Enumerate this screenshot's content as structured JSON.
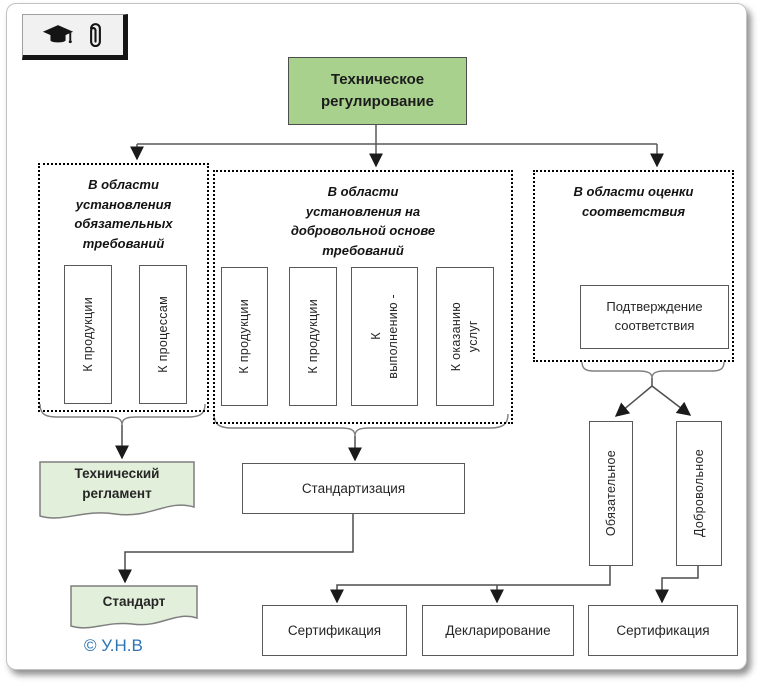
{
  "toolbar": {
    "icons": [
      {
        "name": "graduation-cap-icon"
      },
      {
        "name": "paperclip-icon"
      }
    ]
  },
  "title": "Техническое регулирование",
  "branches": {
    "mandatory": {
      "heading": "В области установления обязательных требований",
      "items": [
        "К продукции",
        "К процессам"
      ],
      "result": "Технический регламент"
    },
    "voluntary": {
      "heading": "В области установления на добровольной основе требований",
      "items": [
        "К продукции",
        "К продукции",
        "К\nвыполнению -",
        "К оказанию\nуслуг"
      ],
      "process": "Стандартизация",
      "result": "Стандарт"
    },
    "conformity": {
      "heading": "В области оценки соответствия",
      "confirmation": "Подтверждение соответствия",
      "types": [
        "Обязательное",
        "Добровольное"
      ],
      "outcomes": [
        "Сертификация",
        "Декларирование",
        "Сертификация"
      ]
    }
  },
  "footer": {
    "copyright": "© У.Н.В"
  },
  "colors": {
    "accent_green": "#a9d18e",
    "light_green": "#e2efda",
    "copyright_blue": "#2e74b5"
  }
}
